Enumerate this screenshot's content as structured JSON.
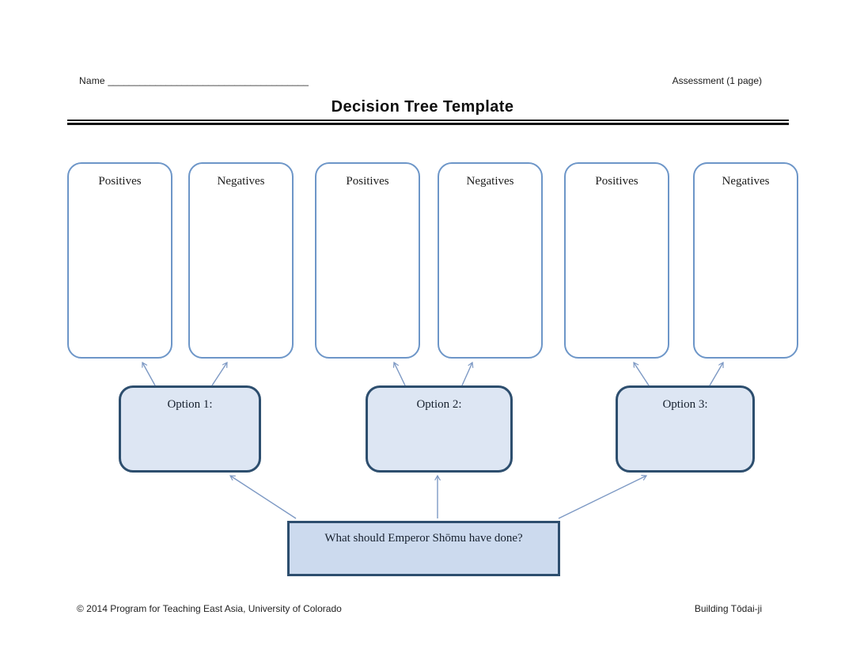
{
  "header": {
    "name_label": "Name",
    "name_blank": "______________________________________",
    "assessment_label": "Assessment (1 page)"
  },
  "title": "Decision Tree Template",
  "columns": [
    {
      "label": "Positives"
    },
    {
      "label": "Negatives"
    },
    {
      "label": "Positives"
    },
    {
      "label": "Negatives"
    },
    {
      "label": "Positives"
    },
    {
      "label": "Negatives"
    }
  ],
  "options": [
    {
      "label": "Option 1:"
    },
    {
      "label": "Option 2:"
    },
    {
      "label": "Option 3:"
    }
  ],
  "question": "What should Emperor Shōmu have done?",
  "footer": {
    "left": "© 2014 Program for Teaching East Asia, University of Colorado",
    "right": "Building Tōdai-ji"
  },
  "colors": {
    "box_border_light": "#6d96c8",
    "box_border_dark": "#2d4e6e",
    "option_fill": "#dde6f3",
    "question_fill": "#ccdaee",
    "arrow": "#7d99c4",
    "rule": "#111111"
  }
}
